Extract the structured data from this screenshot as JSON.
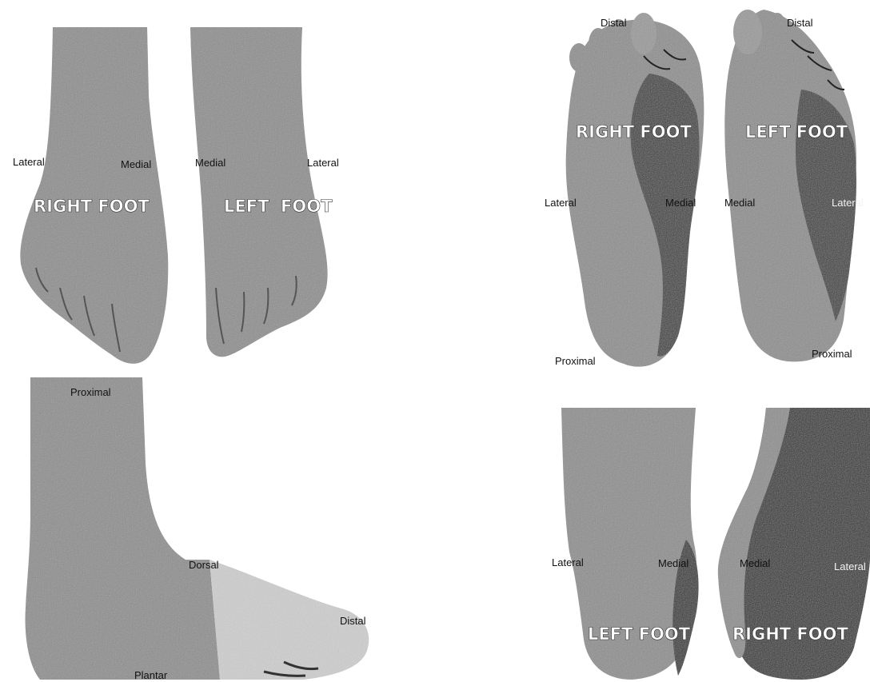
{
  "panels": {
    "dorsal": {
      "right_title": "RIGHT FOOT",
      "left_title": "LEFT  FOOT",
      "labels": {
        "lateral_r": "Lateral",
        "medial_r": "Medial",
        "medial_l": "Medial",
        "lateral_l": "Lateral"
      }
    },
    "plantar": {
      "right_title": "RIGHT FOOT",
      "left_title": "LEFT FOOT",
      "labels": {
        "distal_r": "Distal",
        "distal_l": "Distal",
        "lateral_r": "Lateral",
        "medial_r": "Medial",
        "medial_l": "Medial",
        "lateral_l": "Lateral",
        "proximal_r": "Proximal",
        "proximal_l": "Proximal"
      }
    },
    "side": {
      "labels": {
        "proximal": "Proximal",
        "dorsal": "Dorsal",
        "distal": "Distal",
        "plantar": "Plantar"
      }
    },
    "heel": {
      "left_title": "LEFT FOOT",
      "right_title": "RIGHT FOOT",
      "labels": {
        "lateral_l": "Lateral",
        "medial_l": "Medial",
        "medial_r": "Medial",
        "lateral_r": "Lateral"
      }
    }
  },
  "colors": {
    "skin": "#8e8e8e",
    "shadow": "#555555",
    "dark": "#2e2e2e",
    "light": "#cfcfcf"
  }
}
